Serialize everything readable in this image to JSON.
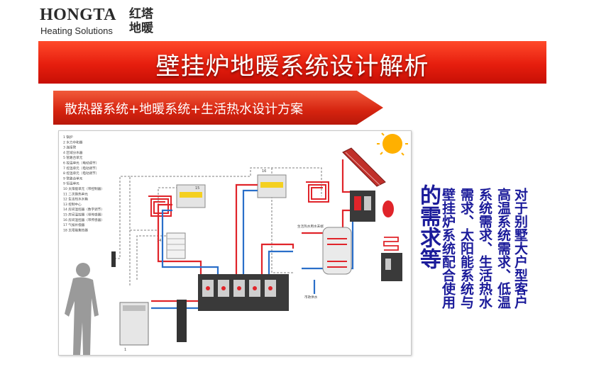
{
  "logo": {
    "brand": "HONGTA",
    "tagline": "Heating Solutions",
    "cn": "红塔地暖"
  },
  "title": "壁挂炉地暖系统设计解析",
  "subtitle": "散热器系统+地暖系统+生活热水设计方案",
  "diagram": {
    "legend": [
      "1  锅炉",
      "2  水力中和器",
      "3  连接管",
      "4  区域分水器",
      "5  管路合单元",
      "6  控温单元（电动调节）",
      "7  控温单元（电动调节）",
      "8  控温单元（电动调节）",
      "9  管路合单元",
      "9  恒温单元",
      "10  太阳能单元（带控制器）",
      "11  二次换热单元",
      "12  生活热水水箱",
      "13  控制中心",
      "14  房间温控器（数字调节）",
      "15  房间温控器（带传感器）",
      "16  房间温控器（带传感器）",
      "17  气候补偿器",
      "18  太阳能集热器"
    ],
    "labels": {
      "tank_label": "生活热水用水末端",
      "faucet_label": "市政供水"
    },
    "colors": {
      "hot": "#e0242a",
      "cold": "#2a6fc9",
      "return": "#8a8a8a"
    }
  },
  "side_text": {
    "col1": "对于别墅大户型客户",
    "col2": "高温系统需求、低温",
    "col3": "系统需求、生活热水",
    "col4": "需求、太阳能系统与",
    "col5": "壁挂炉系统配合使用",
    "col6": "的需求等"
  }
}
